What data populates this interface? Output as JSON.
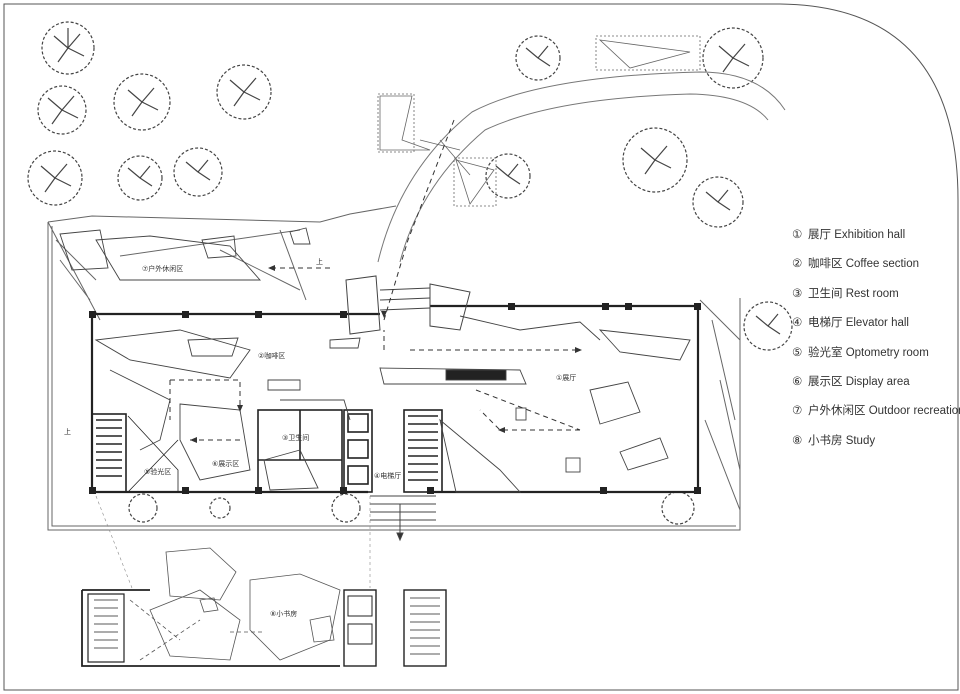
{
  "legend": [
    {
      "num": "①",
      "text": "展厅 Exhibition hall"
    },
    {
      "num": "②",
      "text": "咖啡区 Coffee section"
    },
    {
      "num": "③",
      "text": "卫生间 Rest room"
    },
    {
      "num": "④",
      "text": "电梯厅 Elevator hall"
    },
    {
      "num": "⑤",
      "text": "验光室 Optometry room"
    },
    {
      "num": "⑥",
      "text": "展示区 Display area"
    },
    {
      "num": "⑦",
      "text": "户外休闲区 Outdoor recreation"
    },
    {
      "num": "⑧",
      "text": "小书房 Study"
    }
  ],
  "plan_labels": {
    "exhibition": "①展厅",
    "coffee": "②咖啡区",
    "restroom": "③卫生间",
    "elevator": "④电梯厅",
    "optometry": "⑤验光区",
    "display": "⑥展示区",
    "outdoor": "⑦户外休闲区",
    "study": "⑧小书房",
    "up": "上"
  }
}
